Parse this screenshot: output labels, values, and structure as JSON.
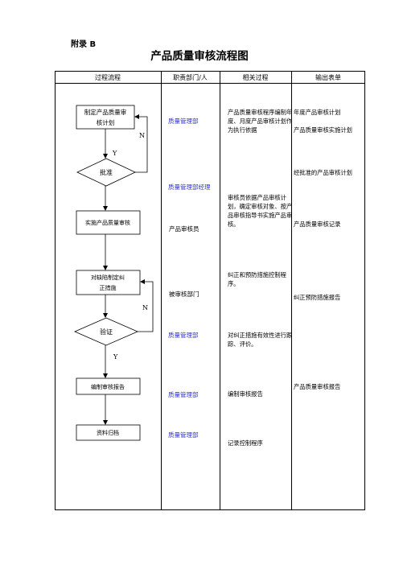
{
  "header": {
    "appendix": "附录 B",
    "title": "产品质量审核流程图"
  },
  "columns": [
    "过程流程",
    "职责部门/人",
    "相关过程",
    "输出表单"
  ],
  "flow": {
    "step1": "制定产品质量审",
    "step1b": "核计划",
    "approve": "批准",
    "step2": "实施产品质量审核",
    "step3": "对缺陷制定纠",
    "step3b": "正措施",
    "verify": "验证",
    "step4": "编制审核报告",
    "step5": "资料归档",
    "yes": "Y",
    "no": "N"
  },
  "roles": [
    "质量管理部",
    "质量管理部经理",
    "产品审核员",
    "被审核部门",
    "质量管理部",
    "质量管理部",
    "质量管理部"
  ],
  "processes": [
    "产品质量审核程序编制年度、月度产品审核计划作为执行依据",
    "审核员依据产品审核计划，确定审核对象、按产品审核指导书实施产品审核。",
    "纠正和预防措施控制程序。",
    "对纠正措施有效性进行跟踪、评价。",
    "编制审核报告",
    "记录控制程序"
  ],
  "outputs": [
    "年度产品审核计划",
    "产品质量审核实施计划",
    "经批准的产品审核计划",
    "产品质量审核记录",
    "纠正预防措施报告",
    "产品质量审核报告"
  ]
}
